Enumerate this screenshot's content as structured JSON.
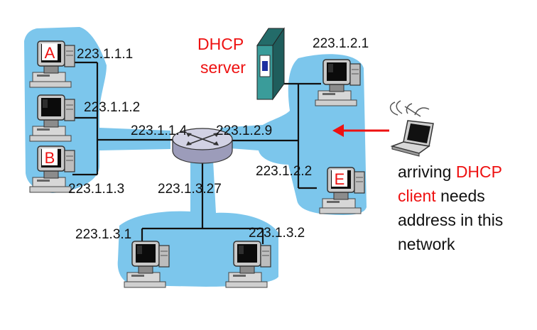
{
  "colors": {
    "network_fill": "#7cc6ec",
    "link": "#111111",
    "highlight": "#ee1111",
    "text": "#111111",
    "server_body": "#3a9c9a",
    "router": "#c9c9dd"
  },
  "icons": {
    "host": "desktop-computer-icon",
    "server": "server-tower-icon",
    "router": "router-icon",
    "laptop": "laptop-icon",
    "wireless": "wireless-signal-icon",
    "arrow": "arrow-left-icon"
  },
  "subnet_a": {
    "host_a_letter": "A",
    "host_b_letter": "B",
    "ip_a": "223.1.1.1",
    "ip_mid": "223.1.1.2",
    "ip_b": "223.1.1.3",
    "ip_router": "223.1.1.4"
  },
  "subnet_b": {
    "ip_server": "223.1.2.1",
    "ip_router": "223.1.2.9",
    "ip_e": "223.1.2.2",
    "host_e_letter": "E"
  },
  "subnet_c": {
    "ip_router": "223.1.3.27",
    "ip_left": "223.1.3.1",
    "ip_right": "223.1.3.2"
  },
  "server_label": {
    "line1": "DHCP",
    "line2": "server"
  },
  "client_caption": {
    "l1_pre": "arriving ",
    "l1_hl": "DHCP",
    "l2_hl": "client",
    "l2_post": " needs",
    "l3": "address in this",
    "l4": "network"
  }
}
